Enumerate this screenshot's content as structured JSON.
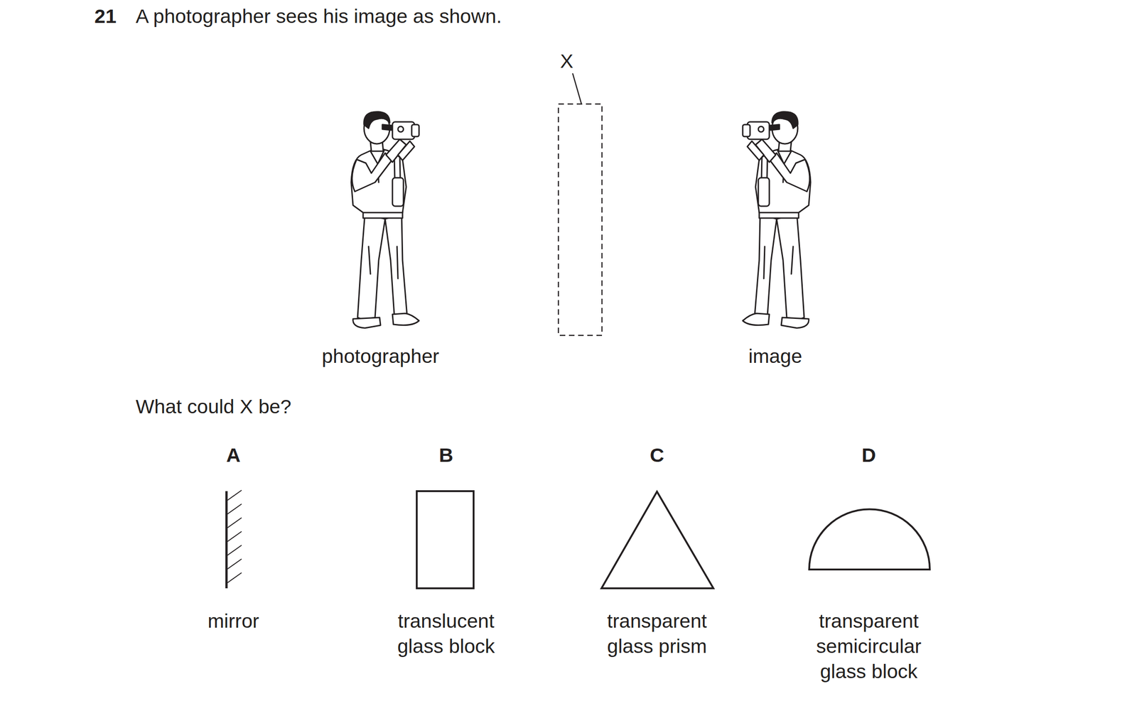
{
  "diagram": {
    "labels": [
      "21",
      "A photographer sees his image as shown.",
      "X",
      "photographer",
      "image",
      "What could X be?",
      "A",
      "B",
      "C",
      "D",
      "mirror",
      "translucent glass block",
      "transparent glass prism",
      "transparent semicircular glass block"
    ]
  }
}
